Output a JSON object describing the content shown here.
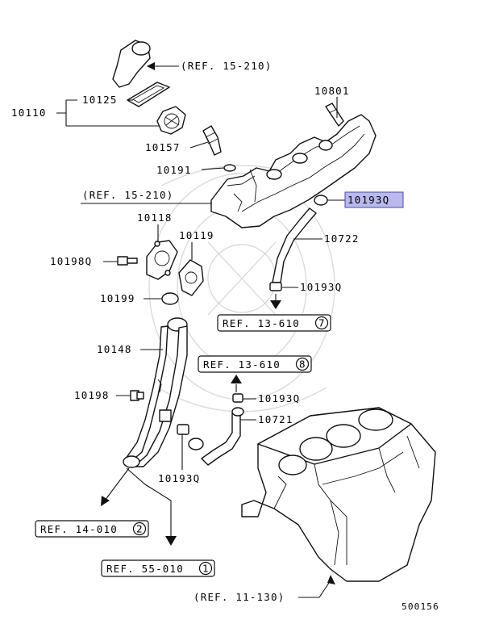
{
  "callouts": {
    "ref_15_210_top": "(REF. 15-210)",
    "ref_15_210_mid": "(REF. 15-210)",
    "ref_11_130": "(REF. 11-130)",
    "ref_13_610_a": "REF. 13-610",
    "ref_13_610_a_num": "7",
    "ref_13_610_b": "REF. 13-610",
    "ref_13_610_b_num": "8",
    "ref_14_010": "REF. 14-010",
    "ref_14_010_num": "2",
    "ref_55_010": "REF. 55-010",
    "ref_55_010_num": "1"
  },
  "parts": {
    "p10110": "10110",
    "p10125": "10125",
    "p10157": "10157",
    "p10191": "10191",
    "p10801": "10801",
    "p10193Q_highlight": "10193Q",
    "p10722": "10722",
    "p10193Q_right": "10193Q",
    "p10118": "10118",
    "p10119": "10119",
    "p10198Q": "10198Q",
    "p10199": "10199",
    "p10148": "10148",
    "p10198": "10198",
    "p10193Q_lower": "10193Q",
    "p10721": "10721",
    "p10193Q_bottom": "10193Q"
  },
  "diagram_id": "500156",
  "colors": {
    "highlight_fill": "#b9b9ee",
    "highlight_stroke": "#4a4aa8",
    "line": "#111111",
    "watermark": "#bdbdbd"
  }
}
